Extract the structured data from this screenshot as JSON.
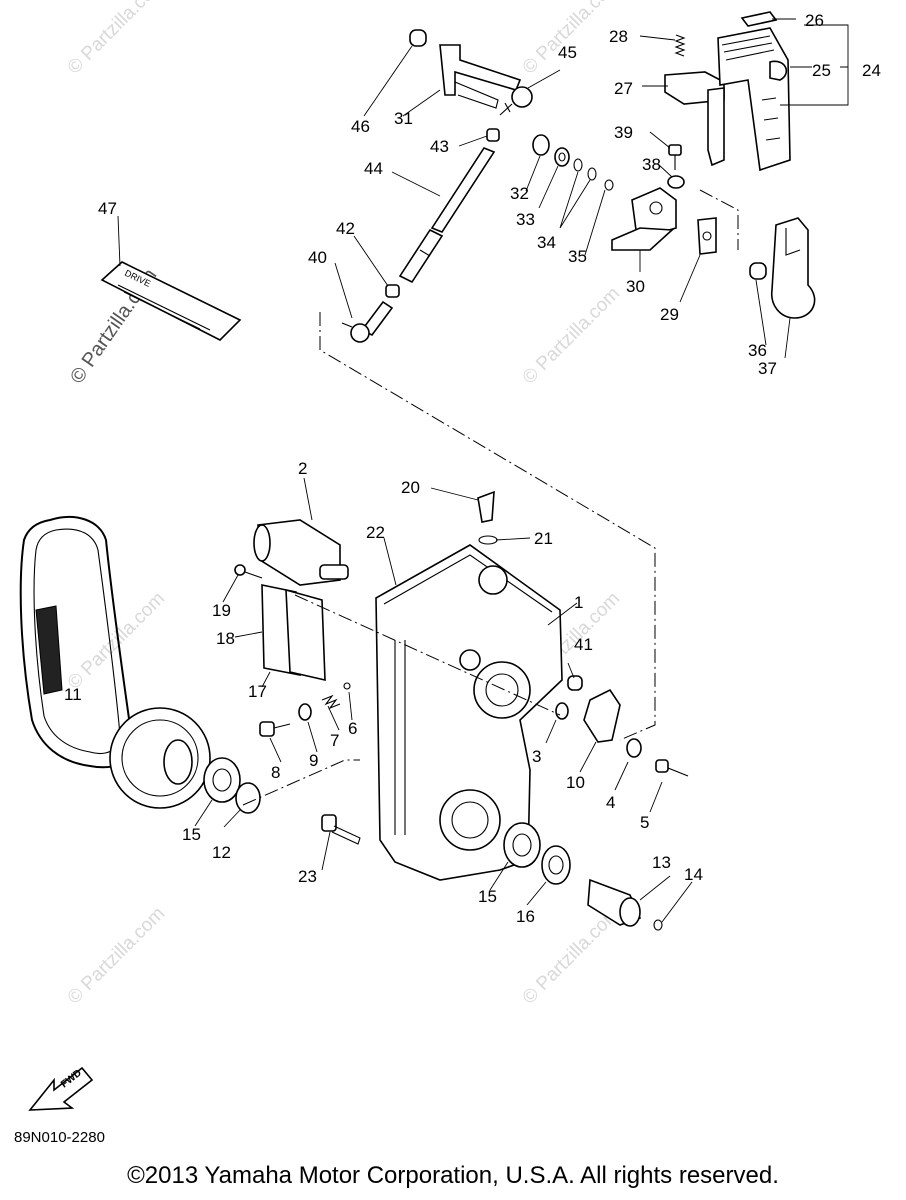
{
  "watermark": "© Partzilla.com",
  "fwd_label": "FWD",
  "decal_text": "DRIVE",
  "diagram_code": "89N010-2280",
  "copyright": "©2013 Yamaha Motor Corporation, U.S.A. All rights reserved.",
  "callouts": {
    "c1": "1",
    "c2": "2",
    "c3": "3",
    "c4": "4",
    "c5": "5",
    "c6": "6",
    "c7": "7",
    "c8": "8",
    "c9": "9",
    "c10": "10",
    "c11": "11",
    "c12": "12",
    "c13": "13",
    "c14": "14",
    "c15a": "15",
    "c15b": "15",
    "c16": "16",
    "c17": "17",
    "c18": "18",
    "c19": "19",
    "c20": "20",
    "c21": "21",
    "c22": "22",
    "c23": "23",
    "c24": "24",
    "c25": "25",
    "c26": "26",
    "c27": "27",
    "c28": "28",
    "c29": "29",
    "c30": "30",
    "c31": "31",
    "c32": "32",
    "c33": "33",
    "c34": "34",
    "c35": "35",
    "c36": "36",
    "c37": "37",
    "c38": "38",
    "c39": "39",
    "c40": "40",
    "c41": "41",
    "c42": "42",
    "c43": "43",
    "c44": "44",
    "c45": "45",
    "c46": "46",
    "c47": "47"
  }
}
